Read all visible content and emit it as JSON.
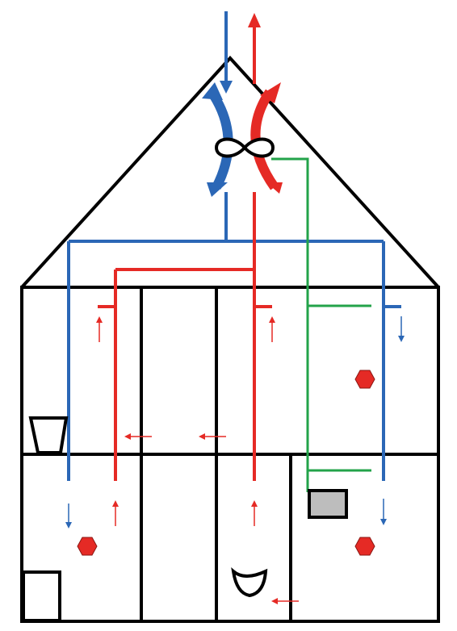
{
  "diagram": {
    "title": "",
    "colors": {
      "background": "#ffffff",
      "outline": "#000000",
      "supply_air": "#2b67b6",
      "exhaust_air": "#e52a25",
      "control_line": "#23a34a",
      "sensor": "#e52a25",
      "control_unit": "#bdbdbd"
    },
    "components": [
      {
        "id": "house-outline",
        "icon": "house-outline"
      },
      {
        "id": "heat-exchanger",
        "icon": "recovery-unit"
      },
      {
        "id": "fan",
        "icon": "fan-icon"
      },
      {
        "id": "supply-duct",
        "icon": "blue-duct"
      },
      {
        "id": "exhaust-duct",
        "icon": "red-duct"
      },
      {
        "id": "control-wire",
        "icon": "green-wire"
      },
      {
        "id": "sensors",
        "icon": "hexagon-icon",
        "count": 3
      },
      {
        "id": "control-panel",
        "icon": "grey-box"
      },
      {
        "id": "lamp",
        "icon": "lamp-icon"
      },
      {
        "id": "toilet",
        "icon": "toilet-icon"
      },
      {
        "id": "box",
        "icon": "box-icon"
      }
    ]
  }
}
